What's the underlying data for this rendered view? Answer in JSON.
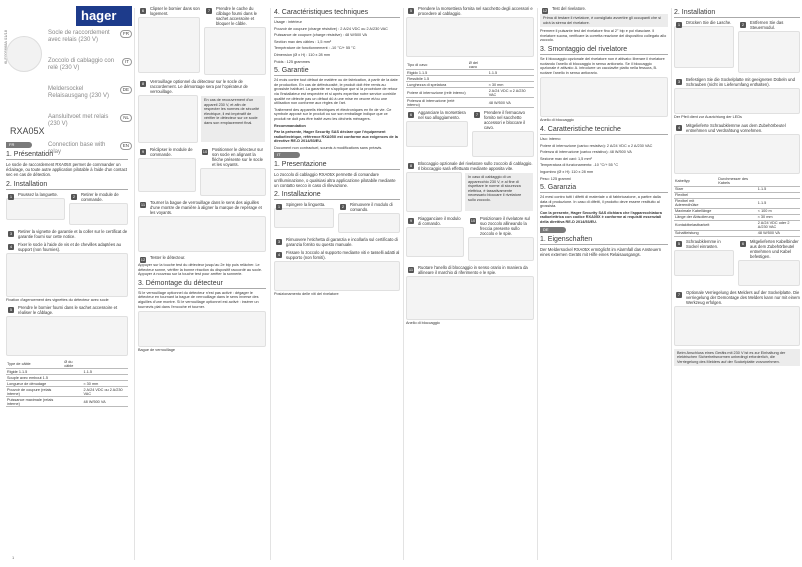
{
  "brand": "hager",
  "doc_ref": "6LE005668A 01/18",
  "languages": [
    {
      "label": "Socle de raccordement avec relais (230 V)",
      "code": "FR"
    },
    {
      "label": "Zoccolo di cablaggio con relè (230 V)",
      "code": "IT"
    },
    {
      "label": "Meldersockel Relaisausgang (230 V)",
      "code": "DE"
    },
    {
      "label": "Aansluitvoet met relais (230 V)",
      "code": "NL"
    },
    {
      "label": "Connection base with relay",
      "code": "EN"
    }
  ],
  "model": "RXA05X",
  "col1": {
    "lang": "FR",
    "s1_title": "1. Présentation",
    "s1_text": "Le socle de raccordement RXA05X permet de commander un éclairage, ou toute autre application pilotable à l'aide d'un contact sec en cas de détection.",
    "s2_title": "2. Installation",
    "steps": [
      {
        "n": "1",
        "t": "Poussez la languette."
      },
      {
        "n": "2",
        "t": "Retirer le module de commande."
      },
      {
        "n": "3",
        "t": "Retirer la vignette de garantie et la coller sur le certificat de garantie fourni sur cette notice."
      },
      {
        "n": "4",
        "t": "Fixer le socle à l'aide de vis et de chevilles adaptées au support (non fournies)."
      },
      {
        "n": "5",
        "t": "Prendre le bornier fourni dans le sachet accessoire et réaliser le câblage."
      }
    ],
    "cap4": "Fixation d'agencement des vignettes du détecteur avec socle",
    "table_head": [
      "Type de câble",
      "Ø du câble",
      ""
    ],
    "table_rows": [
      [
        "Rigide 1.1.5",
        "",
        "1.1.5"
      ],
      [
        "Souple avec embout 1.5",
        "",
        ""
      ],
      [
        "Longueur de dénudage",
        "",
        "≈ 30 mm"
      ],
      [
        "Pouvoir de coupure (relais interne)",
        "",
        "2 A/24 VDC ou 2 A/230 VAC"
      ],
      [
        "Puissance maximale (relais interne)",
        "",
        "48 W/500 VA"
      ]
    ]
  },
  "col2": {
    "steps": [
      {
        "n": "6",
        "t": "Clipser le bornier dans son logement."
      },
      {
        "n": "7",
        "t": "Prendre le cache du câblage fourni dans le sachet accessoire et bloquer le câble."
      },
      {
        "n": "8",
        "t": "Verrouillage optionnel du détecteur sur le socle de raccordement. Le démontage sera par l'opérateur de verrouillage."
      },
      {
        "n": "9",
        "t": "Réclipser le module de commande."
      },
      {
        "n": "10",
        "t": "Positionner le détecteur sur son socle en alignant la flèche présente sur le socle et les voyants."
      },
      {
        "n": "11",
        "t": "Tourner la bague de verrouillage dans le sens des aiguilles d'une montre de manière à aligner la marque de repérage et les voyants."
      },
      {
        "n": "12",
        "t": "Tester le détecteur."
      }
    ],
    "warn": "En cas de recouvrement d'un appareil 230 V, et afin de respecter les normes de sécurité électrique, il est impératif de vérifier le détecteur sur ce socle dans son emplacement final.",
    "test_text": "Appuyer sur la touche test du détecteur jusqu'au 2e bip puis relâcher. Le détecteur sonne, vérifier la bonne réaction du dispositif raccordé au socle. Appuyer à nouveau sur la touche test pour arrêter la sonnerie.",
    "s3_title": "3. Démontage du détecteur",
    "s3_text": "Si le verrouillage optionnel du détecteur n'est pas activé : dégager le détecteur en tournant la bague de verrouillage dans le sens inverse des aiguilles d'une montre. Si le verrouillage optionnel est activé : insérer un tournevis plat dans l'encoche et tourner.",
    "cap_ring": "Bague de verrouillage"
  },
  "col3": {
    "s4_title": "4. Caractéristiques techniques",
    "s4_items": [
      "Usage : intérieur",
      "Pouvoir de coupure (charge résistive) : 2 A/24 VDC ou 2 A/230 VAC",
      "Puissance de coupure (charge résistive) : 48 W/500 VA",
      "Section max des câbles : 1,5 mm²",
      "Température de fonctionnement : -10 °C/+ 55 °C",
      "Dimension (Ø x H) : 110 x 28 mm",
      "Poids : 125 grammes"
    ],
    "s5_title": "5. Garantie",
    "s5_text": "24 mois contre tout défaut de matière ou de fabrication, à partir de la date de production. En cas de défectuosité, le produit doit être remis au grossiste habituel. La garantie ne s'applique que si la procédure de retour via l'installateur est respectée et si après expertise notre service contrôle qualité ne détecte pas un défaut dû à une mise en œuvre et/ou une utilisation non conforme aux règles de l'art.",
    "recycle": "Traitement des appareils électriques et électroniques en fin de vie. Ce symbole apposé sur le produit ou sur son emballage indique que ce produit ne doit pas être traité avec les déchets ménagers.",
    "reco_title": "Recommandation",
    "decl": "Par la présente, Hager Security SAS déclare que l'équipement radioélectrique, référence RXA05X est conforme aux exigences de la directive RE-D 2014/53/EU.",
    "doc_note": "Document non contractuel, soumis à modifications sans préavis.",
    "lang": "IT",
    "s1_title": "1. Presentazione",
    "s1_text": "Lo zoccolo di cablaggio RXA05X permette di comandare un'illuminazione, o qualsiasi altra applicazione pilotabile mediante un contatto secco in caso di rilevazione.",
    "s2_title": "2. Installazione",
    "steps": [
      {
        "n": "1",
        "t": "Spingere la linguetta."
      },
      {
        "n": "2",
        "t": "Rimuovere il modulo di comando."
      },
      {
        "n": "3",
        "t": "Rimuovere l'etichetta di garanzia e incollarla sul certificato di garanzia fornito su questo manuale."
      },
      {
        "n": "4",
        "t": "Fissare lo zoccolo al supporto mediante viti e tasselli adatti al supporto (non forniti)."
      }
    ],
    "cap4": "Posizionamento delle viti del rivelatore"
  },
  "col4": {
    "steps": [
      {
        "n": "5",
        "t": "Prendere la morsettiera fornita nel sacchetto degli accessori e procedere al cablaggio."
      },
      {
        "n": "6",
        "t": "Agganciare la morsettiera nel suo alloggiamento."
      },
      {
        "n": "7",
        "t": "Prendere il fermacavo fornito nel sacchetto accessori e bloccare il cavo."
      },
      {
        "n": "8",
        "t": "Bloccaggio opzionale del rivelatore sullo zoccolo di cablaggio. Il bloccaggio sarà effettuato mediante apposita vite."
      },
      {
        "n": "9",
        "t": "Riagganciare il modulo di comando."
      },
      {
        "n": "10",
        "t": "Posizionare il rivelatore sul suo zoccolo allineando la freccia presente sullo zoccolo e le spie."
      },
      {
        "n": "11",
        "t": "Ruotare l'anello di bloccaggio in senso orario in maniera da allineare il marchio di riferimento e le spie."
      }
    ],
    "table_head": [
      "Tipo di cavo",
      "Ø del cavo",
      ""
    ],
    "table_rows": [
      [
        "Rigido 1.1.5",
        "",
        "1.1.5"
      ],
      [
        "Flessibile 1.5",
        "",
        ""
      ],
      [
        "Lunghezza di spelatura",
        "",
        "≈ 30 mm"
      ],
      [
        "Potere di interruzione (relè interno)",
        "",
        "2 A/24 VDC o 2 A/230 VAC"
      ],
      [
        "Potenza di interruzione (relè interno)",
        "",
        "48 W/500 VA"
      ]
    ],
    "warn": "In caso di cablaggio di un apparecchio 230 V, e al fine di rispettare le norme di sicurezza elettrica, è tassativamente necessario bloccare il rivelatore sullo zoccolo.",
    "cap_ring": "Anello di bloccaggio"
  },
  "col5": {
    "s_test": {
      "n": "12",
      "t": "Test del rivelatore."
    },
    "test_warn": "Prima di testare il rivelatore, è consigliato avvertire gli occupanti che si udrà la sirena del rivelatore.",
    "test_text": "Premere il pulsante test del rivelatore fino al 2° bip e poi rilasciare. Il rivelatore suona, verificare la corretta reazione del dispositivo collegato allo zoccolo.",
    "s3_title": "3. Smontaggio del rivelatore",
    "s3_text": "Se il bloccaggio opzionale del rivelatore non è attivato: liberare il rivelatore ruotando l'anello di bloccaggio in senso antiorario. Se il bloccaggio opzionale è attivato: A. introdurre un cacciavite piatto nella fessura, B. ruotare l'anello in senso antiorario.",
    "cap_ring": "Anello di bloccaggio",
    "s4_title": "4. Caratteristiche tecniche",
    "s4_items": [
      "Uso: interno",
      "Potere di interruzione (carico resistivo): 2 A/24 VDC o 2 A/230 VAC",
      "Potenza di interruzione (carico resistivo): 48 W/500 VA",
      "Sezione max dei cavi: 1,5 mm²",
      "Temperatura di funzionamento: -10 °C/+ 55 °C",
      "Ingombro (Ø x H): 110 x 28 mm",
      "Peso: 125 grammi"
    ],
    "s5_title": "5. Garanzia",
    "s5_text": "24 mesi contro tutti i difetti di materiale o di fabbricazione, a partire dalla data di produzione. In caso di difetti, il prodotto deve essere restituito al grossista.",
    "decl": "Con la presente, Hager Security SAS dichiara che l'apparecchiatura radioelettrica con codice RXA05X è conforme ai requisiti essenziali della direttiva RE-D 2014/53/EU.",
    "lang": "DE",
    "s1_title": "1. Eigenschaften",
    "s1_text": "Der Meldersockel RXA05X ermöglicht im Alarmfall das Ansteuern eines externen Geräts mit Hilfe eines Relaisausgangs."
  },
  "col6": {
    "s2_title": "2. Installation",
    "steps": [
      {
        "n": "1",
        "t": "Drücken Sie die Lasche."
      },
      {
        "n": "2",
        "t": "Entfernen Sie das Steuermodul."
      },
      {
        "n": "3",
        "t": "Befestigen Sie die Sockelplatte mit geeigneten Dübeln und Schrauben (nicht im Lieferumfang enthalten)."
      },
      {
        "n": "4",
        "t": "Mitgelieferte Schraubklemme aus dem Zubehörbeutel entnehmen und Verdrahtung vornehmen."
      },
      {
        "n": "5",
        "t": "Schraubklemme in Sockel einrasten."
      },
      {
        "n": "6",
        "t": "Mitgelieferten Kabelbinder aus dem Zubehörbeutel entnehmen und Kabel befestigen."
      },
      {
        "n": "7",
        "t": "Optionale Verriegelung des Melders auf der Sockelplatte. Die verriegelung der Demontage des Melders kann nur mit einem Werkzeug erfolgen."
      }
    ],
    "cap3": "Der Pfeil dient zur Ausrichtung der LEDs",
    "table_head": [
      "Kabeltyp",
      "Durchmesser des Kabels",
      ""
    ],
    "table_rows": [
      [
        "Starr",
        "",
        "1.1.5"
      ],
      [
        "Flexibel",
        "",
        ""
      ],
      [
        "Flexibel mit Aderendhülse",
        "",
        "1.1.5"
      ],
      [
        "Maximale Kabellänge",
        "",
        "< 100 m"
      ],
      [
        "Länge der Abisolierung",
        "",
        "≈ 30 mm"
      ],
      [
        "Kontaktbelastbarkeit",
        "",
        "2 A/24 VDC oder 2 A/230 VAC"
      ],
      [
        "Schaltleistung",
        "",
        "48 W/500 VA"
      ]
    ],
    "warn": "Beim Anschluss eines Geräts mit 230 V ist es zur Einhaltung der elektrischen Sicherheitsnormen unbedingt erforderlich, die Verriegelung des Melders auf der Sockelplatte vorzunehmen."
  },
  "page_number": "1"
}
